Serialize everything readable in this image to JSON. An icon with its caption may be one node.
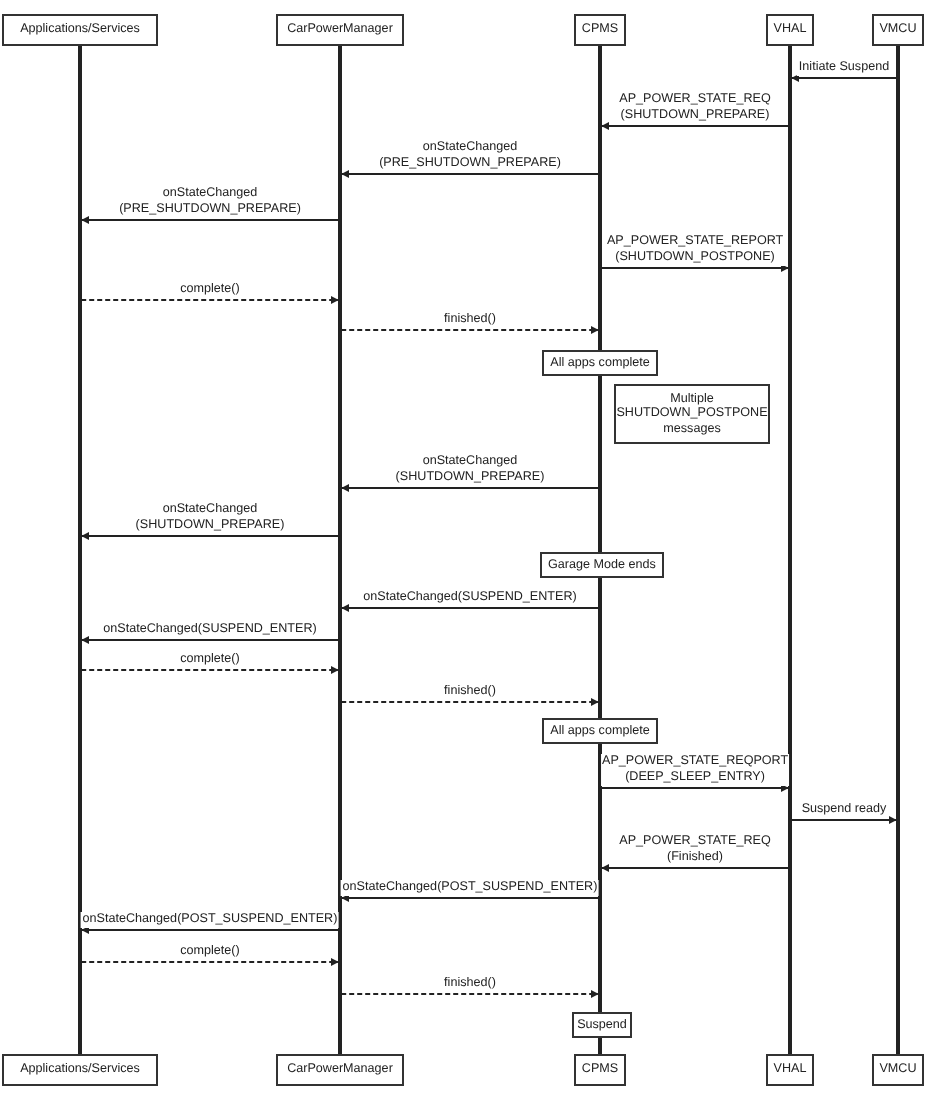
{
  "diagram": {
    "nodes": [
      {
        "text": [
          "Applications/Services"
        ]
      },
      {
        "text": [
          "CarPowerManager"
        ]
      },
      {
        "text": [
          "CPMS"
        ]
      },
      {
        "text": [
          "VHAL"
        ]
      },
      {
        "text": [
          "VMCU"
        ]
      },
      {
        "text": [],
        "shape": "bar"
      },
      {
        "text": [],
        "shape": "bar"
      },
      {
        "text": [],
        "shape": "bar"
      },
      {
        "text": [],
        "shape": "bar"
      },
      {
        "text": [],
        "shape": "bar"
      },
      {
        "text": [],
        "shape": "bar"
      },
      {
        "text": [],
        "shape": "bar"
      },
      {
        "text": [],
        "shape": "bar"
      },
      {
        "text": [],
        "shape": "bar"
      },
      {
        "text": [
          "All apps complete"
        ]
      },
      {
        "text": [
          "Multiple SHUTDOWN_POSTPONE messages"
        ]
      },
      {
        "text": [
          "Garage Mode ends"
        ]
      },
      {
        "text": [
          "All apps complete"
        ]
      },
      {
        "text": [
          "Suspend"
        ]
      },
      {
        "text": [
          "Applications/Services"
        ]
      },
      {
        "text": [
          "CarPowerManager"
        ]
      },
      {
        "text": [
          "CPMS"
        ]
      },
      {
        "text": [
          "VHAL"
        ]
      },
      {
        "text": [
          "VMCU"
        ]
      }
    ],
    "edges": [
      {
        "from": 13,
        "to": 12,
        "arrow": "to",
        "label": "Initiate Suspend"
      },
      {
        "from": 12,
        "to": 7,
        "arrow": "to",
        "label": "AP_POWER_STATE_REQ (SHUTDOWN_PREPARE)"
      },
      {
        "from": 7,
        "to": 6,
        "arrow": "to",
        "label": "onStateChanged (PRE_SHUTDOWN_PREPARE)"
      },
      {
        "from": 6,
        "to": 5,
        "arrow": "to",
        "label": "onStateChanged (PRE_SHUTDOWN_PREPARE)"
      },
      {
        "from": 7,
        "to": 12,
        "arrow": "to",
        "label": "AP_POWER_STATE_REPORT (SHUTDOWN_POSTPONE)"
      },
      {
        "from": 5,
        "to": 6,
        "arrow": "to",
        "label": "complete()",
        "style": "dashed"
      },
      {
        "from": 6,
        "to": 7,
        "arrow": "to",
        "label": "finished()",
        "style": "dashed"
      },
      {
        "from": 8,
        "to": 6,
        "arrow": "to",
        "label": "onStateChanged (SHUTDOWN_PREPARE)"
      },
      {
        "from": 6,
        "to": 5,
        "arrow": "to",
        "label": "onStateChanged (SHUTDOWN_PREPARE)"
      },
      {
        "from": 9,
        "to": 6,
        "arrow": "to",
        "label": "onStateChanged(SUSPEND_ENTER)"
      },
      {
        "from": 6,
        "to": 5,
        "arrow": "to",
        "label": "onStateChanged(SUSPEND_ENTER)"
      },
      {
        "from": 5,
        "to": 6,
        "arrow": "to",
        "label": "complete()",
        "style": "dashed"
      },
      {
        "from": 6,
        "to": 9,
        "arrow": "to",
        "label": "finished()",
        "style": "dashed"
      },
      {
        "from": 10,
        "to": 12,
        "arrow": "to",
        "label": "AP_POWER_STATE_REQPORT (DEEP_SLEEP_ENTRY)"
      },
      {
        "from": 12,
        "to": 13,
        "arrow": "to",
        "label": "Suspend ready"
      },
      {
        "from": 12,
        "to": 10,
        "arrow": "to",
        "label": "AP_POWER_STATE_REQ (Finished)"
      },
      {
        "from": 10,
        "to": 6,
        "arrow": "to",
        "label": "onStateChanged(POST_SUSPEND_ENTER)"
      },
      {
        "from": 6,
        "to": 5,
        "arrow": "to",
        "label": "onStateChanged(POST_SUSPEND_ENTER)"
      },
      {
        "from": 5,
        "to": 6,
        "arrow": "to",
        "label": "complete()",
        "style": "dashed"
      },
      {
        "from": 6,
        "to": 10,
        "arrow": "to",
        "label": "finished()",
        "style": "dashed"
      }
    ]
  }
}
